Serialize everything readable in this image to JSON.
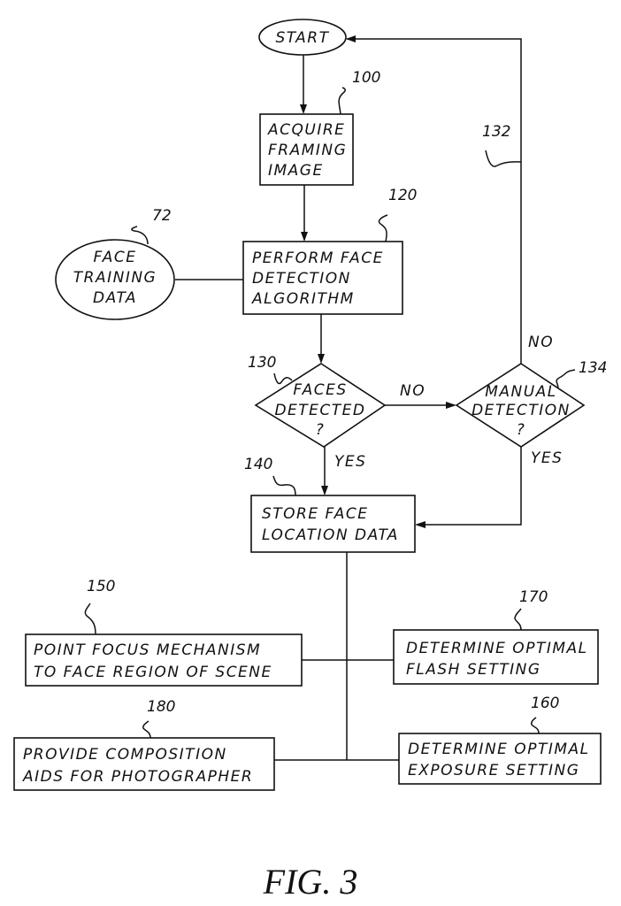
{
  "figure": {
    "caption": "FIG. 3",
    "type": "flowchart"
  },
  "nodes": {
    "start": {
      "type": "terminal",
      "lines": [
        "START"
      ]
    },
    "acquire": {
      "type": "process",
      "ref": "100",
      "lines": [
        "ACQUIRE",
        "FRAMING",
        "IMAGE"
      ]
    },
    "training": {
      "type": "data",
      "ref": "72",
      "lines": [
        "FACE",
        "TRAINING",
        "DATA"
      ]
    },
    "perform": {
      "type": "process",
      "ref": "120",
      "lines": [
        "PERFORM FACE",
        "DETECTION",
        "ALGORITHM"
      ]
    },
    "faces": {
      "type": "decision",
      "ref": "130",
      "lines": [
        "FACES",
        "DETECTED",
        "?"
      ]
    },
    "manual": {
      "type": "decision",
      "ref": "134",
      "lines": [
        "MANUAL",
        "DETECTION",
        "?"
      ]
    },
    "store": {
      "type": "process",
      "ref": "140",
      "lines": [
        "STORE FACE",
        "LOCATION DATA"
      ]
    },
    "focus": {
      "type": "process",
      "ref": "150",
      "lines": [
        "POINT FOCUS MECHANISM",
        "TO FACE REGION OF SCENE"
      ]
    },
    "flash": {
      "type": "process",
      "ref": "170",
      "lines": [
        "DETERMINE OPTIMAL",
        "FLASH SETTING"
      ]
    },
    "composition": {
      "type": "process",
      "ref": "180",
      "lines": [
        "PROVIDE COMPOSITION",
        "AIDS FOR PHOTOGRAPHER"
      ]
    },
    "exposure": {
      "type": "process",
      "ref": "160",
      "lines": [
        "DETERMINE OPTIMAL",
        "EXPOSURE SETTING"
      ]
    }
  },
  "edges": {
    "loop_ref": "132",
    "faces_no": "NO",
    "faces_yes": "YES",
    "manual_no": "NO",
    "manual_yes": "YES"
  },
  "connections": [
    {
      "from": "start",
      "to": "acquire"
    },
    {
      "from": "acquire",
      "to": "perform"
    },
    {
      "from": "training",
      "to": "perform",
      "arrow": false
    },
    {
      "from": "perform",
      "to": "faces"
    },
    {
      "from": "faces",
      "to": "manual",
      "label": "NO"
    },
    {
      "from": "faces",
      "to": "store",
      "label": "YES"
    },
    {
      "from": "manual",
      "to": "start",
      "label": "NO",
      "ref": "132"
    },
    {
      "from": "manual",
      "to": "store",
      "label": "YES"
    },
    {
      "from": "store",
      "to": "focus",
      "arrow": false
    },
    {
      "from": "store",
      "to": "flash",
      "arrow": false
    },
    {
      "from": "store",
      "to": "composition",
      "arrow": false
    },
    {
      "from": "store",
      "to": "exposure",
      "arrow": false
    }
  ]
}
